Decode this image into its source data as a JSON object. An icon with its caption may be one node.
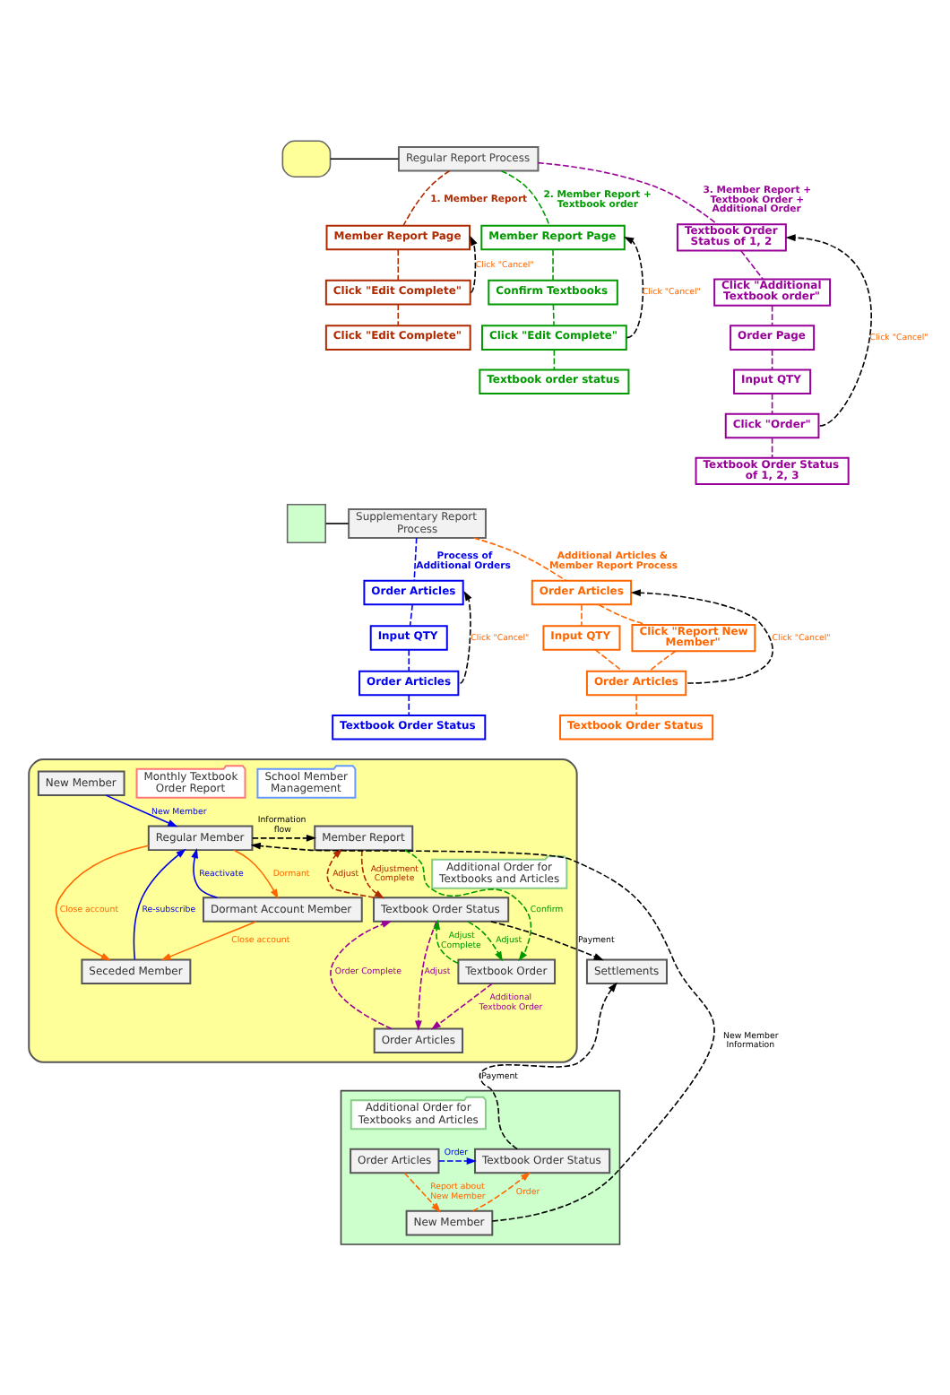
{
  "diagram": {
    "nodes": [
      {
        "text": [],
        "shape": "box"
      },
      {
        "text": [
          "Regular Report Process"
        ]
      },
      {
        "text": [
          "Member Report Page"
        ]
      },
      {
        "text": [
          "Click \"Edit Complete\""
        ]
      },
      {
        "text": [
          "Click \"Edit Complete\""
        ]
      },
      {
        "text": [
          "Member Report Page"
        ]
      },
      {
        "text": [
          "Confirm Textbooks"
        ]
      },
      {
        "text": [
          "Click \"Edit Complete\""
        ]
      },
      {
        "text": [
          "Textbook order status"
        ]
      },
      {
        "text": [
          "Textbook Order Status of 1, 2"
        ]
      },
      {
        "text": [
          "Click \"Additional Textbook order\""
        ]
      },
      {
        "text": [
          "Order Page"
        ]
      },
      {
        "text": [
          "Input QTY"
        ]
      },
      {
        "text": [
          "Click \"Order\""
        ]
      },
      {
        "text": [
          "Textbook Order Status of 1, 2, 3"
        ]
      },
      {
        "text": [],
        "shape": "box"
      },
      {
        "text": [
          "Supplementary Report Process"
        ]
      },
      {
        "text": [
          "Order Articles"
        ]
      },
      {
        "text": [
          "Input QTY"
        ]
      },
      {
        "text": [
          "Order Articles"
        ]
      },
      {
        "text": [
          "Textbook Order Status"
        ]
      },
      {
        "text": [
          "Order Articles"
        ]
      },
      {
        "text": [
          "Input QTY"
        ]
      },
      {
        "text": [
          "Click \"Report New Member\""
        ]
      },
      {
        "text": [
          "Order Articles"
        ]
      },
      {
        "text": [
          "Textbook Order Status"
        ]
      },
      {
        "text": [],
        "shape": "box"
      },
      {
        "text": [
          "School Member Management"
        ],
        "in": 26
      },
      {
        "text": [
          "Monthly Textbook Order Report"
        ],
        "in": 26
      },
      {
        "text": [
          "Regular Member"
        ],
        "in": 26
      },
      {
        "text": [
          "Dormant Account Member"
        ],
        "in": 26
      },
      {
        "text": [
          "Seceded Member"
        ],
        "in": 26
      },
      {
        "text": [
          "New Member"
        ],
        "in": 26
      },
      {
        "text": [
          "Additional Order for Textbooks and Articles"
        ],
        "in": 26
      },
      {
        "text": [
          "Member Report"
        ],
        "in": 26
      },
      {
        "text": [
          "Textbook Order Status"
        ],
        "in": 26
      },
      {
        "text": [
          "Textbook Order"
        ],
        "in": 26
      },
      {
        "text": [
          "Order Articles"
        ],
        "in": 26
      },
      {
        "text": [
          "Settlements"
        ]
      },
      {
        "text": [],
        "shape": "box"
      },
      {
        "text": [
          "Additional Order for Textbooks and Articles"
        ],
        "in": 39
      },
      {
        "text": [
          "Order Articles"
        ],
        "in": 39
      },
      {
        "text": [
          "Textbook Order Status"
        ],
        "in": 39
      },
      {
        "text": [
          "New Member"
        ],
        "in": 39
      }
    ],
    "edges": [
      {
        "from": 0,
        "to": 1,
        "arrow": "none"
      },
      {
        "from": 1,
        "to": 2,
        "arrow": "none",
        "label": "1. Member Report",
        "style": "dashed",
        "color": "#b02a00"
      },
      {
        "from": 2,
        "to": 3,
        "arrow": "none",
        "style": "dashed",
        "color": "#b02a00"
      },
      {
        "from": 3,
        "to": 4,
        "arrow": "none",
        "style": "dashed",
        "color": "#b02a00"
      },
      {
        "from": 3,
        "to": 2,
        "arrow": "to",
        "label": "Click \"Cancel\"",
        "style": "dashed"
      },
      {
        "from": 1,
        "to": 5,
        "arrow": "none",
        "label": "2. Member Report + Textbook order",
        "style": "dashed",
        "color": "#009900"
      },
      {
        "from": 5,
        "to": 6,
        "arrow": "none",
        "style": "dashed",
        "color": "#009900"
      },
      {
        "from": 6,
        "to": 7,
        "arrow": "none",
        "style": "dashed",
        "color": "#009900"
      },
      {
        "from": 7,
        "to": 8,
        "arrow": "none",
        "style": "dashed",
        "color": "#009900"
      },
      {
        "from": 7,
        "to": 5,
        "arrow": "to",
        "label": "Click \"Cancel\"",
        "style": "dashed"
      },
      {
        "from": 1,
        "to": 9,
        "arrow": "none",
        "label": "3. Member Report + Textbook Order + Additional Order",
        "style": "dashed",
        "color": "#990099"
      },
      {
        "from": 9,
        "to": 10,
        "arrow": "none",
        "style": "dashed",
        "color": "#990099"
      },
      {
        "from": 10,
        "to": 11,
        "arrow": "none",
        "style": "dashed",
        "color": "#990099"
      },
      {
        "from": 11,
        "to": 12,
        "arrow": "none",
        "style": "dashed",
        "color": "#990099"
      },
      {
        "from": 12,
        "to": 13,
        "arrow": "none",
        "style": "dashed",
        "color": "#990099"
      },
      {
        "from": 13,
        "to": 14,
        "arrow": "none",
        "style": "dashed",
        "color": "#990099"
      },
      {
        "from": 13,
        "to": 9,
        "arrow": "to",
        "label": "Click \"Cancel\"",
        "style": "dashed"
      },
      {
        "from": 15,
        "to": 16,
        "arrow": "none"
      },
      {
        "from": 16,
        "to": 17,
        "arrow": "none",
        "label": "Process of Additional Orders",
        "style": "dashed",
        "color": "#0000ee"
      },
      {
        "from": 17,
        "to": 18,
        "arrow": "none",
        "style": "dashed",
        "color": "#0000ee"
      },
      {
        "from": 18,
        "to": 19,
        "arrow": "none",
        "style": "dashed",
        "color": "#0000ee"
      },
      {
        "from": 19,
        "to": 20,
        "arrow": "none",
        "style": "dashed",
        "color": "#0000ee"
      },
      {
        "from": 19,
        "to": 17,
        "arrow": "to",
        "label": "Click \"Cancel\"",
        "style": "dashed"
      },
      {
        "from": 16,
        "to": 21,
        "arrow": "none",
        "label": "Additional Articles & Member Report Process",
        "style": "dashed",
        "color": "#ff6600"
      },
      {
        "from": 21,
        "to": 22,
        "arrow": "none",
        "style": "dashed",
        "color": "#ff6600"
      },
      {
        "from": 21,
        "to": 23,
        "arrow": "none",
        "style": "dashed",
        "color": "#ff6600"
      },
      {
        "from": 22,
        "to": 24,
        "arrow": "none",
        "style": "dashed",
        "color": "#ff6600"
      },
      {
        "from": 23,
        "to": 24,
        "arrow": "none",
        "style": "dashed",
        "color": "#ff6600"
      },
      {
        "from": 24,
        "to": 25,
        "arrow": "none",
        "style": "dashed",
        "color": "#ff6600"
      },
      {
        "from": 24,
        "to": 21,
        "arrow": "to",
        "label": "Click \"Cancel\"",
        "style": "dashed"
      },
      {
        "from": 29,
        "to": 34,
        "arrow": "to",
        "label": "Information flow",
        "style": "dashed"
      },
      {
        "from": 29,
        "to": 30,
        "arrow": "to",
        "label": "Dormant",
        "color": "#ff6600"
      },
      {
        "from": 30,
        "to": 31,
        "arrow": "to",
        "label": "Close account",
        "color": "#ff6600"
      },
      {
        "from": 29,
        "to": 31,
        "arrow": "to",
        "label": "Close account",
        "color": "#ff6600"
      },
      {
        "from": 30,
        "to": 29,
        "arrow": "to",
        "label": "Reactivate",
        "color": "#0000ee"
      },
      {
        "from": 31,
        "to": 29,
        "arrow": "to",
        "label": "Re-subscribe",
        "color": "#0000ee"
      },
      {
        "from": 32,
        "to": 29,
        "arrow": "to",
        "label": "New Member",
        "color": "#0000ee"
      },
      {
        "from": 34,
        "to": 35,
        "arrow": "to",
        "label": "Adjustment Complete",
        "style": "dashed",
        "color": "#b02a00"
      },
      {
        "from": 35,
        "to": 34,
        "arrow": "to",
        "label": "Adjust",
        "style": "dashed",
        "color": "#b02a00"
      },
      {
        "from": 34,
        "to": 36,
        "arrow": "to",
        "label": "Confirm",
        "style": "dashed",
        "color": "#009900"
      },
      {
        "from": 36,
        "to": 37,
        "arrow": "to",
        "label": "Additional Textbook Order",
        "style": "dashed",
        "color": "#990099"
      },
      {
        "from": 36,
        "to": 35,
        "arrow": "to",
        "label": "Adjust Complete",
        "style": "dashed",
        "color": "#009900"
      },
      {
        "from": 35,
        "to": 36,
        "arrow": "to",
        "label": "Adjust",
        "style": "dashed",
        "color": "#009900"
      },
      {
        "from": 37,
        "to": 35,
        "arrow": "to",
        "label": "Order Complete",
        "style": "dashed",
        "color": "#990099"
      },
      {
        "from": 35,
        "to": 37,
        "arrow": "to",
        "label": "Adjust",
        "style": "dashed",
        "color": "#990099"
      },
      {
        "from": 35,
        "to": 38,
        "arrow": "to",
        "label": "Payment",
        "style": "dashed"
      },
      {
        "from": 41,
        "to": 42,
        "arrow": "to",
        "label": "Order",
        "style": "dashed",
        "color": "#0000ee"
      },
      {
        "from": 41,
        "to": 43,
        "arrow": "to",
        "label": "Report about New Member",
        "style": "dashed",
        "color": "#ff6600"
      },
      {
        "from": 43,
        "to": 42,
        "arrow": "to",
        "label": "Order",
        "style": "dashed",
        "color": "#ff6600"
      },
      {
        "from": 42,
        "to": 38,
        "arrow": "to",
        "label": "Payment",
        "style": "dashed"
      },
      {
        "from": 43,
        "to": 29,
        "arrow": "to",
        "label": "New Member Information",
        "style": "dashed"
      }
    ]
  }
}
